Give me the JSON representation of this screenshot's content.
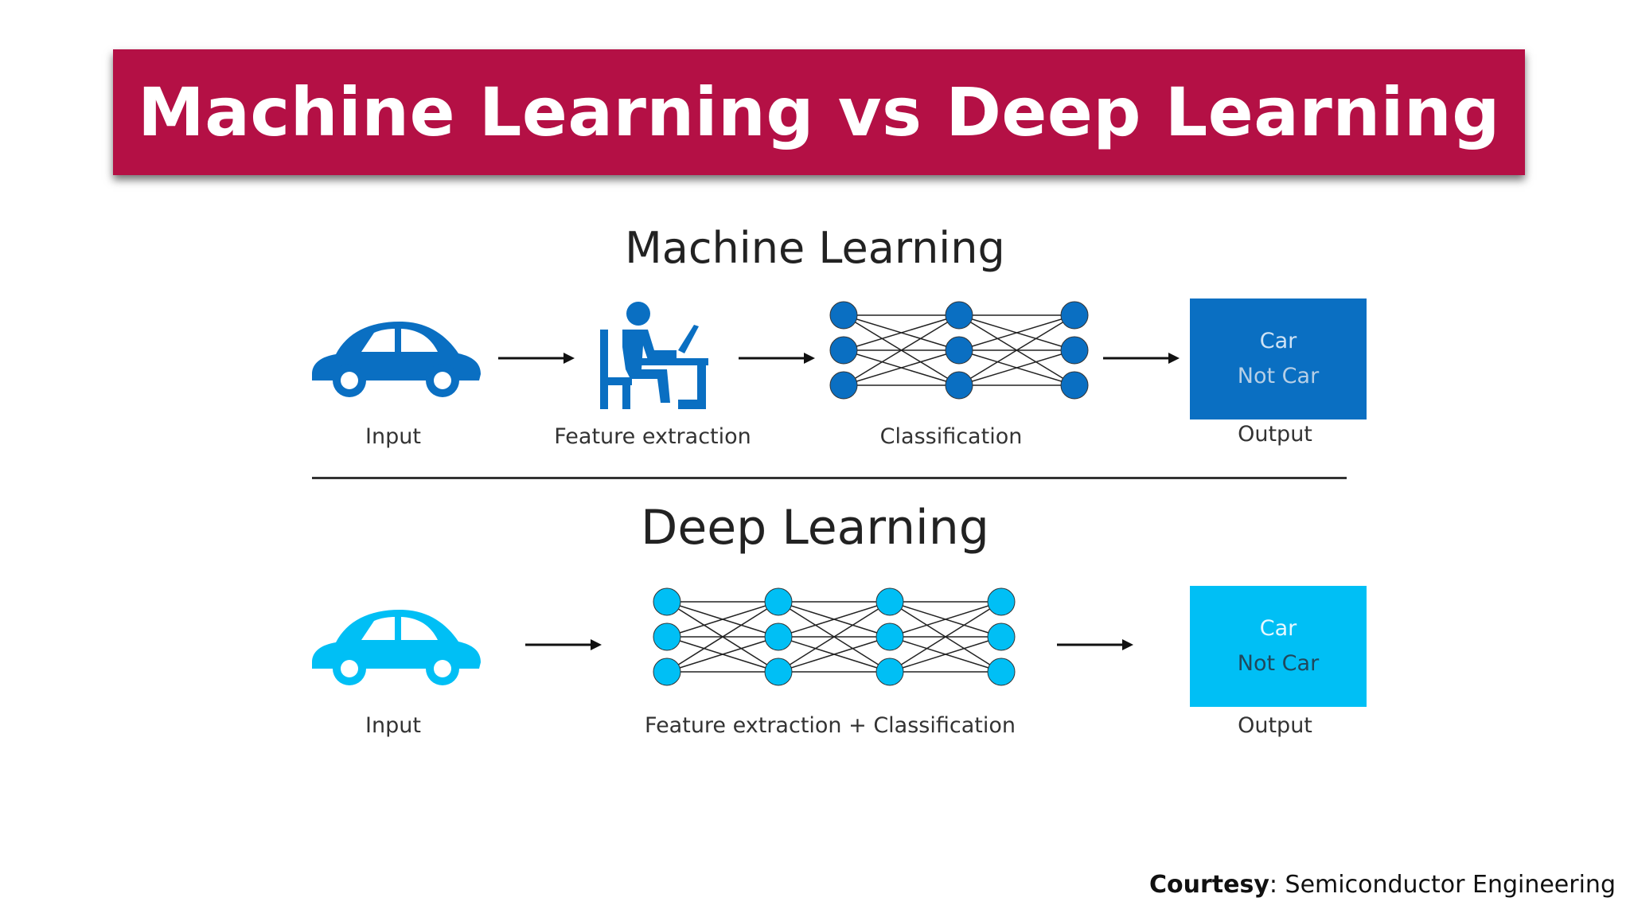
{
  "title": "Machine Learning vs Deep Learning",
  "machine_learning": {
    "heading": "Machine Learning",
    "input_label": "Input",
    "feature_label": "Feature extraction",
    "classification_label": "Classification",
    "output_label": "Output",
    "output_options": [
      "Car",
      "Not Car"
    ],
    "network_layers": [
      3,
      3,
      3
    ]
  },
  "deep_learning": {
    "heading": "Deep Learning",
    "input_label": "Input",
    "combined_label": "Feature extraction + Classification",
    "output_label": "Output",
    "output_options": [
      "Car",
      "Not Car"
    ],
    "network_layers": [
      3,
      3,
      3,
      3
    ]
  },
  "courtesy": {
    "prefix": "Courtesy",
    "source": ": Semiconductor Engineering"
  },
  "colors": {
    "banner": "#b41045",
    "ml_blue": "#0a6fc2",
    "dl_blue": "#00bff5"
  },
  "icons": {
    "ml_input": "car-icon",
    "ml_feature": "person-at-computer-icon",
    "dl_input": "car-icon"
  }
}
